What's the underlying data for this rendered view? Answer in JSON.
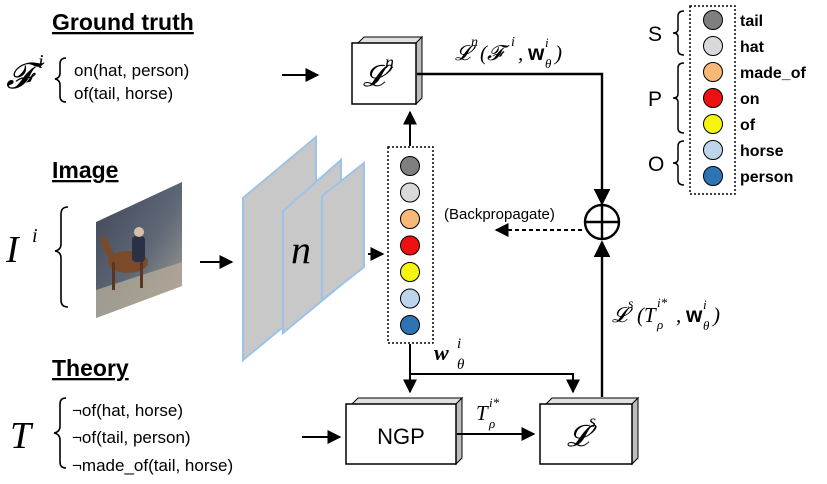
{
  "headings": {
    "ground_truth": "Ground truth",
    "image": "Image",
    "theory": "Theory"
  },
  "symbols": {
    "F_main": "𝓕",
    "F_sup": "i",
    "I_main": "I",
    "I_sup": "i",
    "T_main": "T",
    "n_net": "n",
    "w_main": "w",
    "w_sub": "θ",
    "w_sup": "i"
  },
  "ground_truth_facts": [
    "on(hat, person)",
    "of(tail, horse)"
  ],
  "theory_facts": [
    "¬of(hat, horse)",
    "¬of(tail, person)",
    "¬made_of(tail, horse)"
  ],
  "boxes": {
    "ln_box": {
      "main": "𝓛",
      "sup": "n"
    },
    "ls_box": {
      "main": "𝓛",
      "sup": "s"
    },
    "ngp_box": "NGP"
  },
  "edge_labels": {
    "ln_output": {
      "main": "𝓛",
      "sup": "n",
      "args": "(𝓕",
      "args_sup": "i",
      "mid": ", ",
      "w": "w",
      "w_sub": "θ",
      "w_sup": "i",
      "close": ")"
    },
    "ls_output": {
      "main": "𝓛",
      "sup": "s",
      "args": "(T",
      "args_sub": "ρ",
      "args_sup": "i*",
      "mid": ", ",
      "w": "w",
      "w_sub": "θ",
      "w_sup": "i",
      "close": ")"
    },
    "ngp_output": {
      "main": "T",
      "sub": "ρ",
      "sup": "i*"
    },
    "backprop": "(Backpropagate)",
    "plus": "⊕"
  },
  "legend": {
    "groups": [
      {
        "label": "S",
        "items": [
          0,
          1
        ]
      },
      {
        "label": "P",
        "items": [
          2,
          3,
          4
        ]
      },
      {
        "label": "O",
        "items": [
          5,
          6
        ]
      }
    ],
    "items": [
      {
        "label": "tail",
        "color": "#7f7f7f"
      },
      {
        "label": "hat",
        "color": "#d9d9d9"
      },
      {
        "label": "made_of",
        "color": "#f8b878"
      },
      {
        "label": "on",
        "color": "#ee1111"
      },
      {
        "label": "of",
        "color": "#f5f510"
      },
      {
        "label": "horse",
        "color": "#bdd4ea"
      },
      {
        "label": "person",
        "color": "#2e74b5"
      }
    ]
  },
  "colors": {
    "panel_fill": "#c8c8c8",
    "panel_edge": "#9cc3e6",
    "image_bg": "#4e5564",
    "horse": "#7a4a2a",
    "rider": "#2b3145"
  }
}
